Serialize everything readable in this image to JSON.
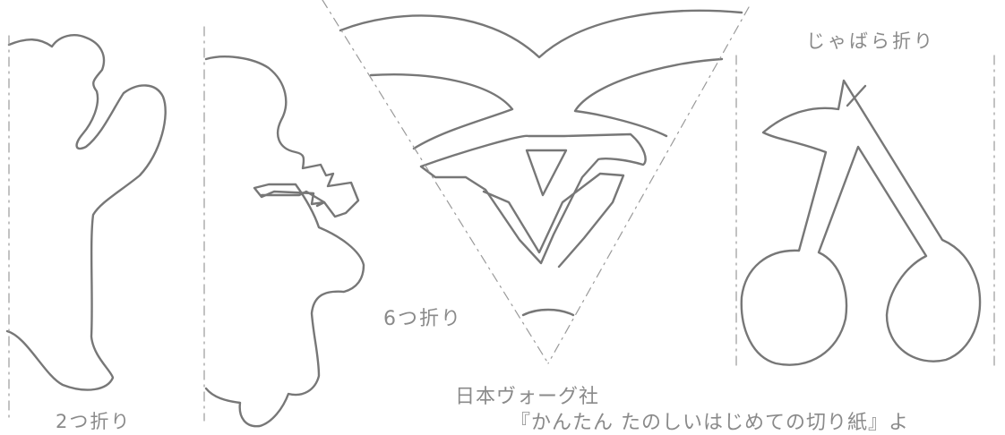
{
  "labels": {
    "two_fold": "2つ折り",
    "six_fold": "6つ折り",
    "accordion_fold": "じゃばら折り",
    "publisher": "日本ヴォーグ社",
    "book_title": "『かんたん たのしいはじめての切り紙』よ"
  },
  "colors": {
    "outline": "#777777",
    "fold_line": "#9a9a9a",
    "text": "#8a8a8a",
    "paper": "#ffffff"
  }
}
